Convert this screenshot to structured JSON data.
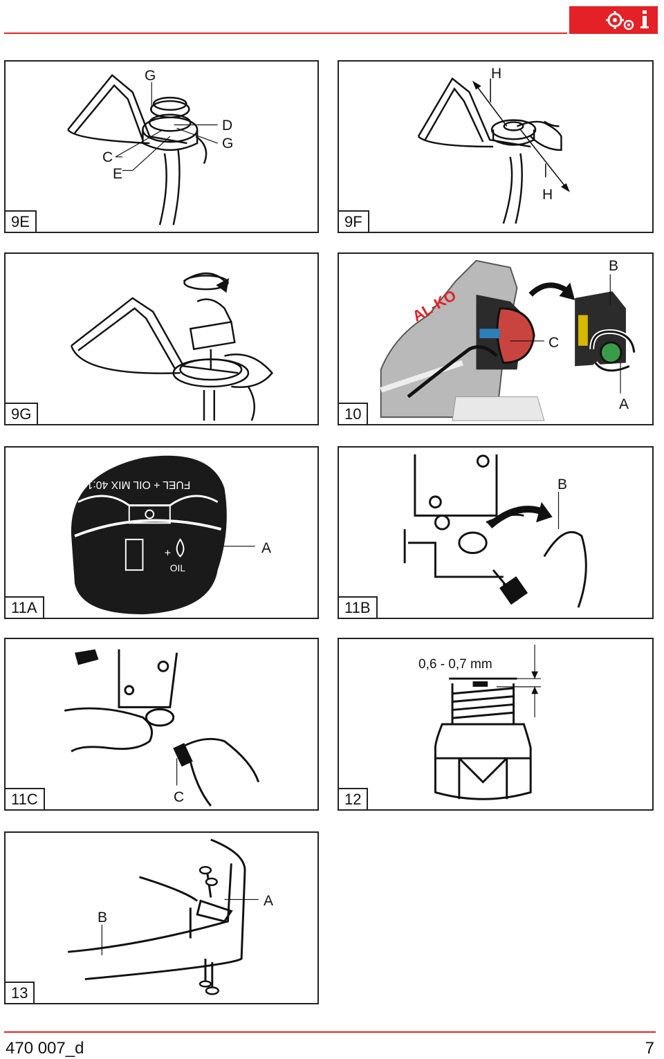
{
  "header": {
    "icon": "gears-info-icon",
    "accent": "#e32126"
  },
  "panels": {
    "p9e": {
      "label": "9E",
      "callouts": {
        "g_top": "G",
        "d": "D",
        "g_right": "G",
        "c": "C",
        "e": "E"
      }
    },
    "p9f": {
      "label": "9F",
      "callouts": {
        "h_top": "H",
        "h_bottom": "H"
      }
    },
    "p9g": {
      "label": "9G"
    },
    "p10": {
      "label": "10",
      "callouts": {
        "b": "B",
        "c": "C",
        "a": "A"
      },
      "brand": "AL-KO"
    },
    "p11a": {
      "label": "11A",
      "callouts": {
        "a": "A"
      },
      "cap_text": "FUEL + OIL MIX 40:1",
      "oil": "OIL"
    },
    "p11b": {
      "label": "11B",
      "callouts": {
        "b": "B"
      }
    },
    "p11c": {
      "label": "11C",
      "callouts": {
        "c": "C"
      }
    },
    "p12": {
      "label": "12",
      "gap": "0,6 - 0,7 mm"
    },
    "p13": {
      "label": "13",
      "callouts": {
        "a": "A",
        "b": "B"
      }
    }
  },
  "footer": {
    "doc_code": "470 007_d",
    "page": "7"
  }
}
